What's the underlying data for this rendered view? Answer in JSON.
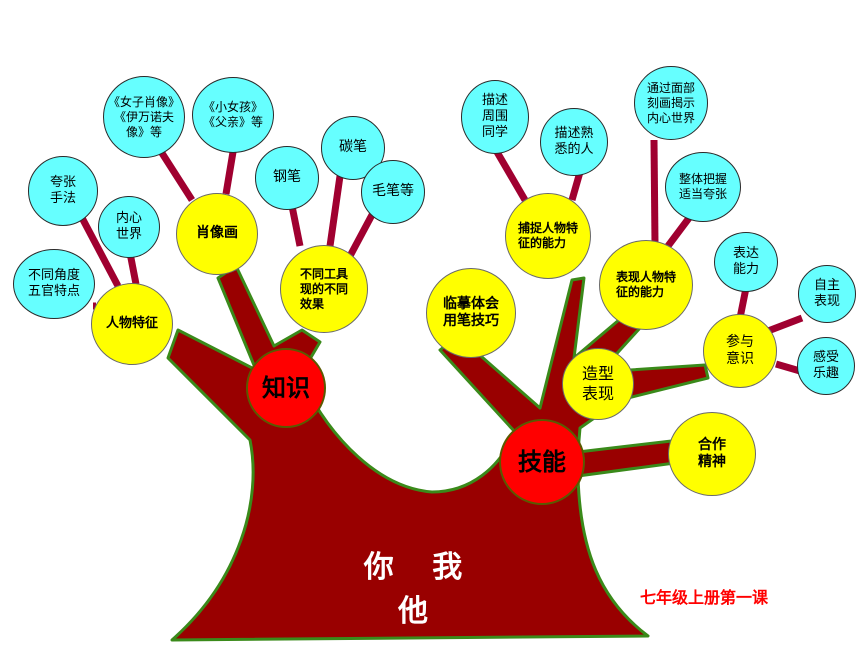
{
  "colors": {
    "trunk": "#990000",
    "trunk_edge": "#3a8a1a",
    "stick": "#a00030",
    "cyan": "#66ffff",
    "yellow": "#ffff00",
    "red": "#ff0000"
  },
  "trunk_label": "你 我 他",
  "lesson_label": "七年级上册第一课",
  "hubs": {
    "knowledge": "知识",
    "skill": "技能"
  },
  "knowledge": {
    "people": "人物特征",
    "portrait": "肖像画",
    "tools": "不同工具\n现的不同\n效果",
    "exaggerate": "夸张\n手法",
    "inner": "内心\n世界",
    "angles": "不同角度\n五官特点",
    "works1": "《女子肖像》\n《伊万诺夫\n像》等",
    "works2": "《小女孩》\n《父亲》等",
    "pen": "钢笔",
    "charcoal": "碳笔",
    "brush": "毛笔等"
  },
  "skill": {
    "copy": "临摹体会\n用笔技巧",
    "shape": "造型\n表现",
    "cooperate": "合作\n精神",
    "capture": "捕捉人物特\n征的能力",
    "express": "表现人物特\n征的能力",
    "participate": "参与\n意识",
    "describe_classmates": "描述\n周围\n同学",
    "describe_familiar": "描述熟\n悉的人",
    "reveal": "通过面部\n刻画揭示\n内心世界",
    "grasp": "整体把握\n适当夸张",
    "convey": "表达\n能力",
    "self_express": "自主\n表现",
    "feel": "感受\n乐趣"
  }
}
